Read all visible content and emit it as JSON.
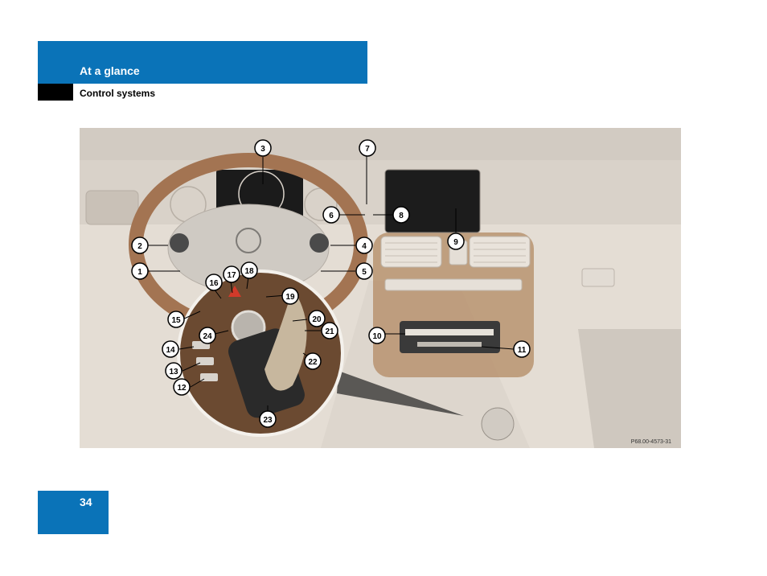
{
  "header": {
    "section_title": "At a glance",
    "subsection_title": "Control systems"
  },
  "figure": {
    "reference_code": "P68.00-4573-31",
    "callouts": [
      "1",
      "2",
      "3",
      "4",
      "5",
      "6",
      "7",
      "8",
      "9",
      "10",
      "11",
      "12",
      "13",
      "14",
      "15",
      "16",
      "17",
      "18",
      "19",
      "20",
      "21",
      "22",
      "23",
      "24"
    ]
  },
  "footer": {
    "page_number": "34"
  },
  "colors": {
    "brand_blue": "#0a73b8",
    "black_tab": "#000000"
  }
}
